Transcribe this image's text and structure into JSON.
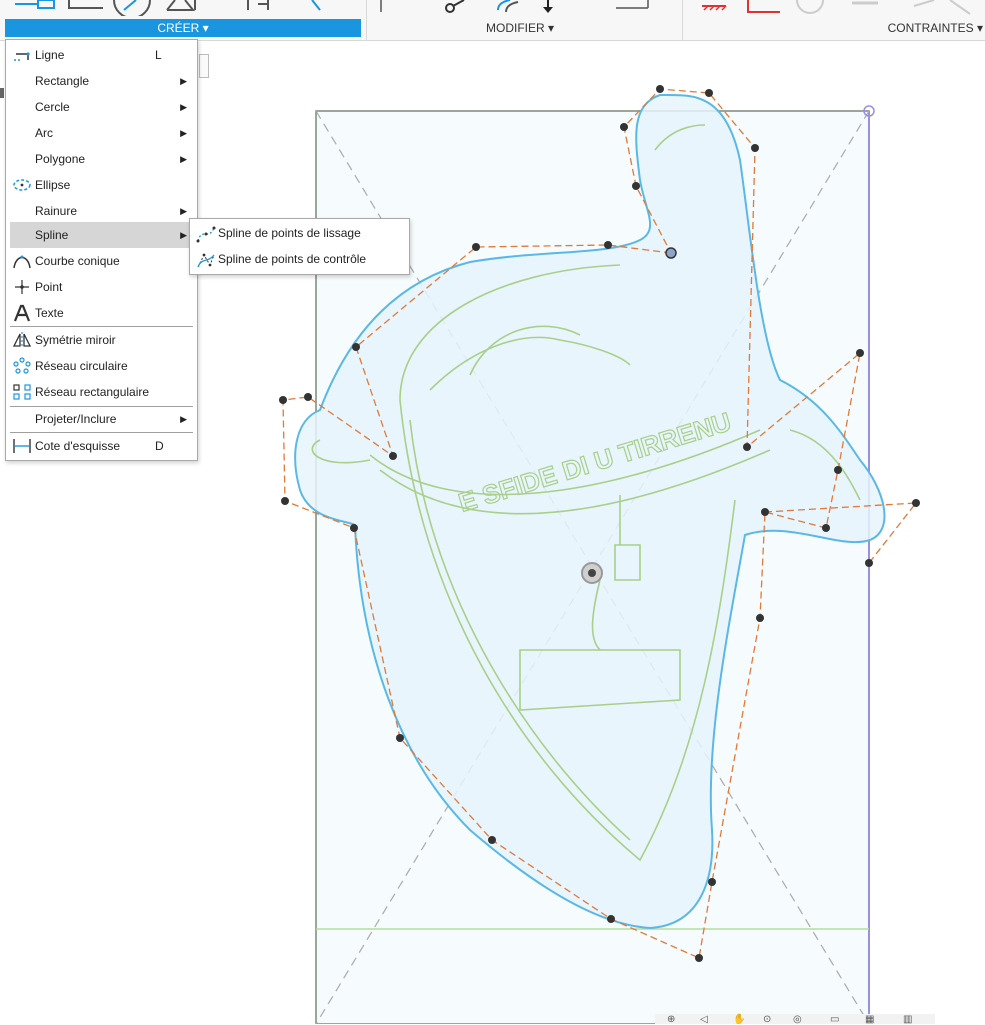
{
  "toolbar": {
    "groups": [
      {
        "label": "CRÉER ▾"
      },
      {
        "label": "MODIFIER ▾"
      },
      {
        "label": "CONTRAINTES ▾"
      }
    ]
  },
  "menu": {
    "items": [
      {
        "label": "Ligne",
        "shortcut": "L",
        "icon": "line-icon"
      },
      {
        "label": "Rectangle",
        "submenu": true
      },
      {
        "label": "Cercle",
        "submenu": true
      },
      {
        "label": "Arc",
        "submenu": true
      },
      {
        "label": "Polygone",
        "submenu": true
      },
      {
        "label": "Ellipse",
        "icon": "ellipse-icon"
      },
      {
        "label": "Rainure",
        "submenu": true
      },
      {
        "label": "Spline",
        "submenu": true,
        "highlighted": true
      },
      {
        "label": "Courbe conique",
        "icon": "conic-curve-icon"
      },
      {
        "label": "Point",
        "icon": "point-icon"
      },
      {
        "label": "Texte",
        "icon": "text-icon"
      },
      {
        "label": "Symétrie miroir",
        "icon": "mirror-icon"
      },
      {
        "label": "Réseau circulaire",
        "icon": "circular-pattern-icon"
      },
      {
        "label": "Réseau rectangulaire",
        "icon": "rectangular-pattern-icon"
      },
      {
        "label": "Projeter/Inclure",
        "submenu": true
      },
      {
        "label": "Cote d'esquisse",
        "shortcut": "D",
        "icon": "sketch-dimension-icon"
      }
    ],
    "submenu_arrow": "▶"
  },
  "spline_submenu": {
    "items": [
      {
        "label": "Spline de points de lissage",
        "icon": "fit-point-spline-icon"
      },
      {
        "label": "Spline de points de contrôle",
        "icon": "control-point-spline-icon"
      }
    ]
  },
  "canvas": {
    "emblem_text": "E SFIDE DI U TIRRENU"
  },
  "colors": {
    "accent": "#1a96e0",
    "spline": "#5bb8e4",
    "control_polygon": "#e07a3a",
    "trace": "#a8d08a",
    "fill": "#e6f3fb"
  }
}
